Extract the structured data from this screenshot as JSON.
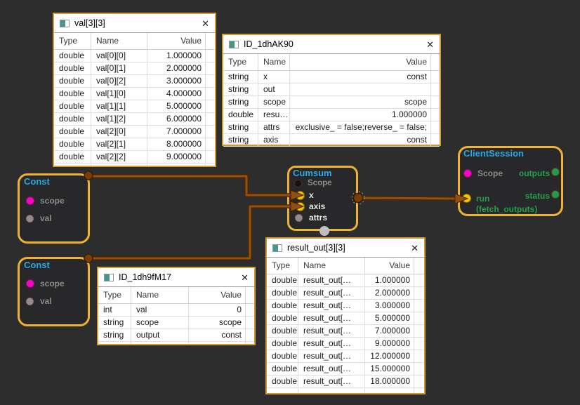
{
  "panels": [
    {
      "title": "val[3][3]",
      "close_glyph": "✕",
      "columns": [
        "Type",
        "Name",
        "Value"
      ],
      "rows": [
        [
          "double",
          "val[0][0]",
          "1.000000"
        ],
        [
          "double",
          "val[0][1]",
          "2.000000"
        ],
        [
          "double",
          "val[0][2]",
          "3.000000"
        ],
        [
          "double",
          "val[1][0]",
          "4.000000"
        ],
        [
          "double",
          "val[1][1]",
          "5.000000"
        ],
        [
          "double",
          "val[1][2]",
          "6.000000"
        ],
        [
          "double",
          "val[2][0]",
          "7.000000"
        ],
        [
          "double",
          "val[2][1]",
          "8.000000"
        ],
        [
          "double",
          "val[2][2]",
          "9.000000"
        ]
      ]
    },
    {
      "title": "ID_1dhAK90",
      "close_glyph": "✕",
      "columns": [
        "Type",
        "Name",
        "Value"
      ],
      "rows": [
        [
          "string",
          "x",
          "const"
        ],
        [
          "string",
          "out",
          ""
        ],
        [
          "string",
          "scope",
          "scope"
        ],
        [
          "double",
          "resu…",
          "1.000000"
        ],
        [
          "string",
          "attrs",
          "exclusive_ = false;reverse_ = false;"
        ],
        [
          "string",
          "axis",
          "const"
        ]
      ]
    },
    {
      "title": "ID_1dh9fM17",
      "close_glyph": "✕",
      "columns": [
        "Type",
        "Name",
        "Value"
      ],
      "rows": [
        [
          "int",
          "val",
          "0"
        ],
        [
          "string",
          "scope",
          "scope"
        ],
        [
          "string",
          "output",
          "const"
        ]
      ]
    },
    {
      "title": "result_out[3][3]",
      "close_glyph": "✕",
      "columns": [
        "Type",
        "Name",
        "Value"
      ],
      "rows": [
        [
          "double",
          "result_out[…",
          "1.000000"
        ],
        [
          "double",
          "result_out[…",
          "2.000000"
        ],
        [
          "double",
          "result_out[…",
          "3.000000"
        ],
        [
          "double",
          "result_out[…",
          "5.000000"
        ],
        [
          "double",
          "result_out[…",
          "7.000000"
        ],
        [
          "double",
          "result_out[…",
          "9.000000"
        ],
        [
          "double",
          "result_out[…",
          "12.000000"
        ],
        [
          "double",
          "result_out[…",
          "15.000000"
        ],
        [
          "double",
          "result_out[…",
          "18.000000"
        ]
      ]
    }
  ],
  "nodes": {
    "const1": {
      "title": "Const",
      "ports": {
        "scope": "scope",
        "val": "val"
      }
    },
    "const2": {
      "title": "Const",
      "ports": {
        "scope": "scope",
        "val": "val"
      }
    },
    "cumsum": {
      "title": "Cumsum",
      "ports": {
        "scope": "Scope",
        "x": "x",
        "axis": "axis",
        "attrs": "attrs"
      }
    },
    "client_session": {
      "title": "ClientSession",
      "ports": {
        "scope": "Scope",
        "run": "run",
        "run_sub": "(fetch_outputs)",
        "outputs": "outputs",
        "status": "status"
      }
    }
  },
  "colors": {
    "canvas": "#2d2d2e",
    "node_border": "#efb233",
    "node_title": "#29a9e1",
    "green_label": "#21a04c",
    "magenta_port": "#ff00cc",
    "yellow_port": "#f2c400",
    "green_port": "#1fa048",
    "wire": "#94500f",
    "panel_border": "#d29a33"
  }
}
